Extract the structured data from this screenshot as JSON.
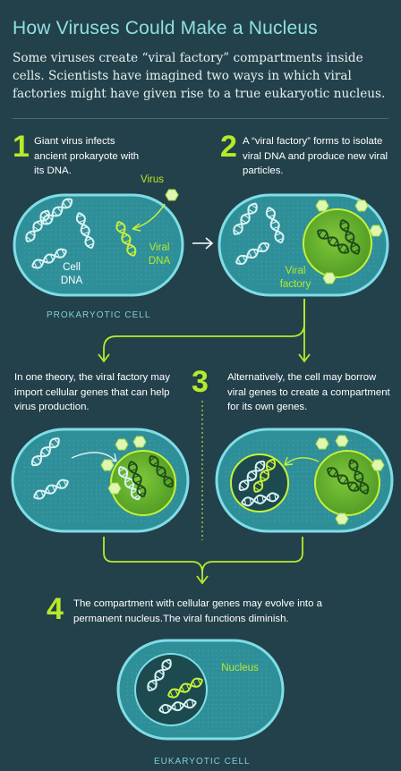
{
  "title": "How Viruses Could Make a Nucleus",
  "intro": "Some viruses create “viral factory” compartments inside cells. Scientists have imagined two ways in which viral factories might have given rise to a true eukaryotic nucleus.",
  "steps": [
    {
      "number": "1",
      "text": "Giant virus infects ancient prokaryote with its DNA."
    },
    {
      "number": "2",
      "text": "A “viral factory” forms to isolate viral DNA and produce new viral particles."
    },
    {
      "number": "3",
      "text_left": "In one theory, the viral factory may import cellular genes that can help virus production.",
      "text_right": "Alternatively, the cell may borrow viral genes to create a compartment for its own genes."
    },
    {
      "number": "4",
      "text": "The compartment with cellular genes may evolve into a permanent nucleus.The viral functions diminish."
    }
  ],
  "labels": {
    "virus": "Virus",
    "viral_dna_1": "Viral",
    "viral_dna_2": "DNA",
    "cell_dna_1": "Cell",
    "cell_dna_2": "DNA",
    "viral_factory_1": "Viral",
    "viral_factory_2": "factory",
    "nucleus": "Nucleus",
    "prokaryotic_cell": "PROKARYOTIC CELL",
    "eukaryotic_cell": "EUKARYOTIC CELL"
  },
  "colors": {
    "background": "#23414b",
    "title": "#8ee0e0",
    "accent_green": "#b7ea2a",
    "cell_fill": "#2f8f98",
    "cell_border": "#7fdde6",
    "factory_green": "#6fb52a",
    "nucleus_fill": "#1c4a4f"
  }
}
